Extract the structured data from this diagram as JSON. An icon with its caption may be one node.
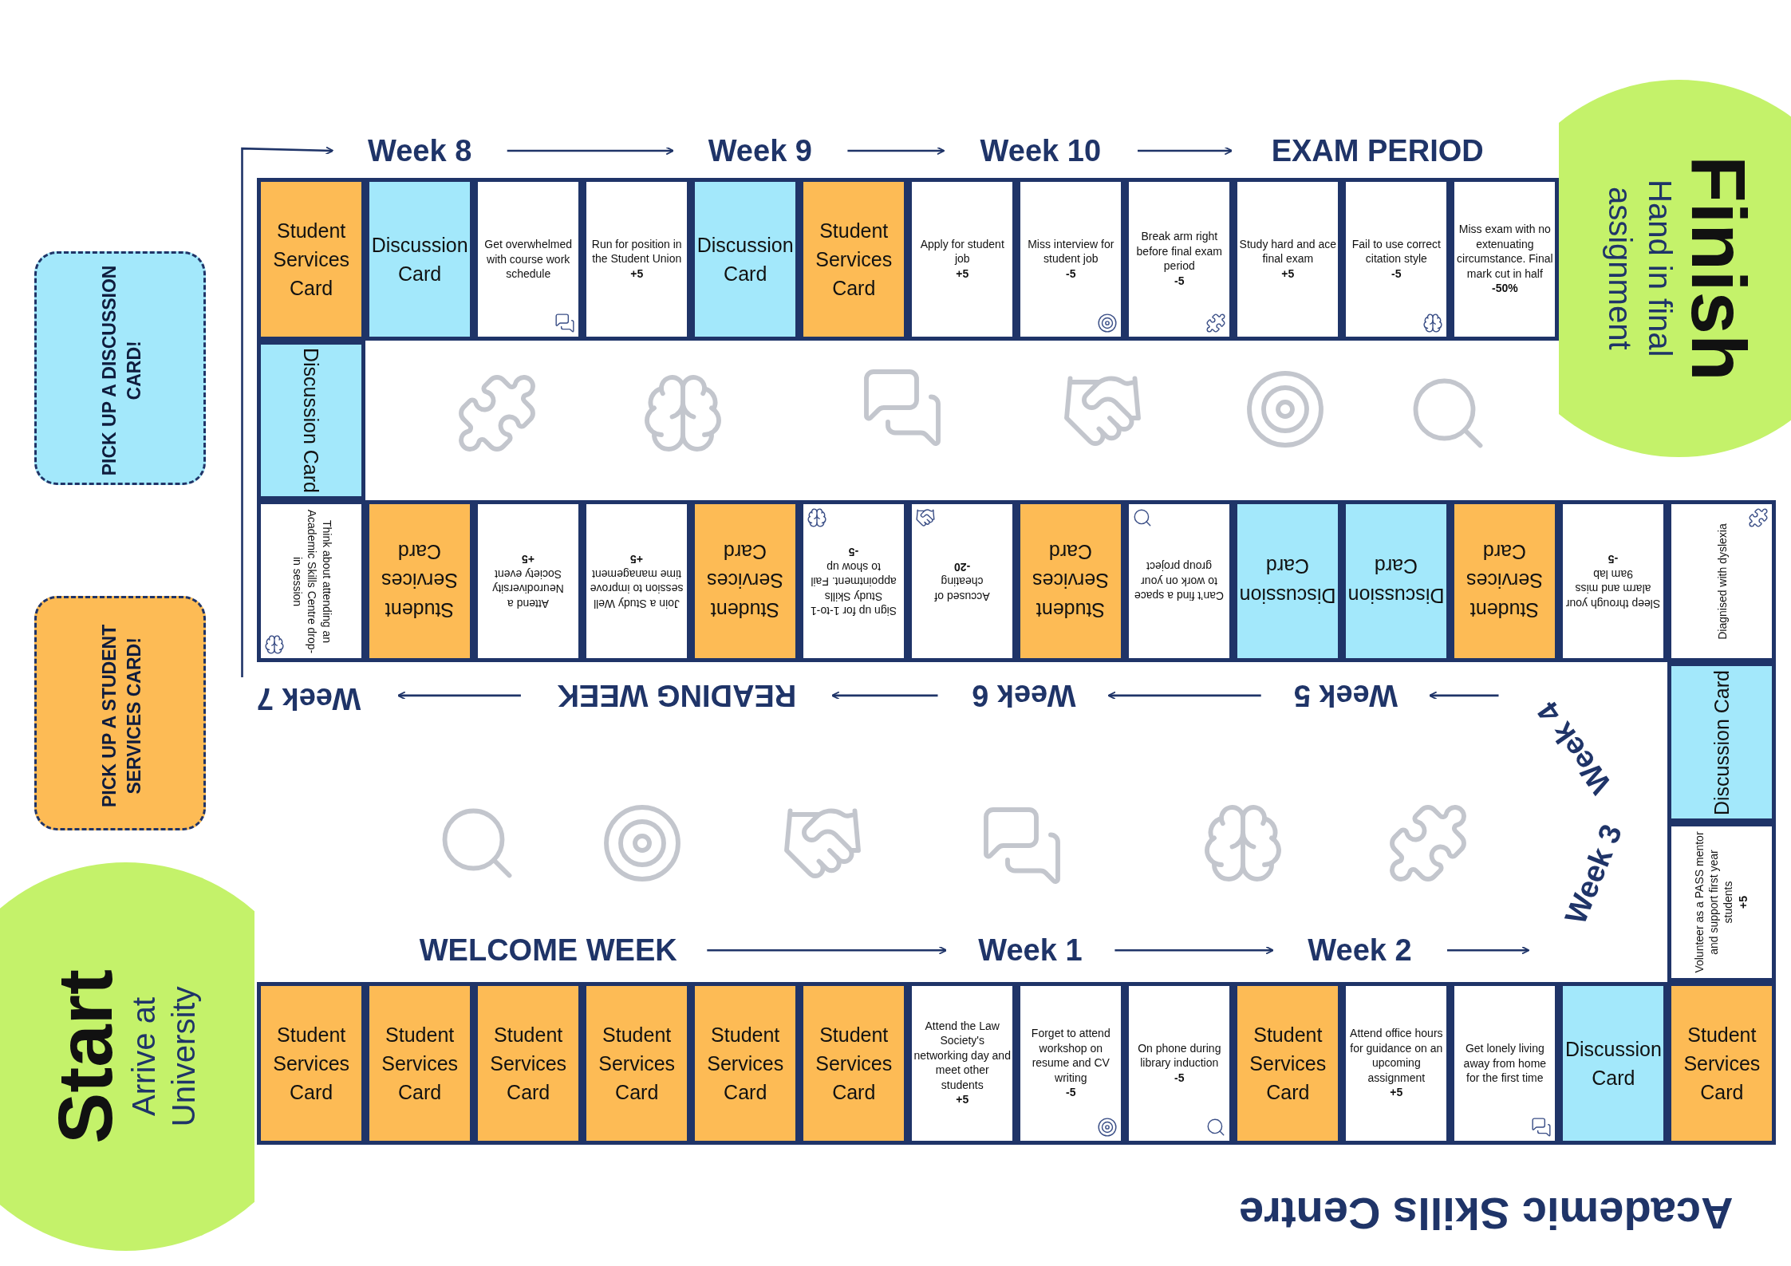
{
  "diagram": {
    "title": "Academic Skills Centre",
    "nodes": [
      {
        "text": [
          "PICK UP A DISCUSSION CARD!"
        ]
      },
      {
        "text": [
          "PICK UP A STUDENT SERVICES CARD!"
        ]
      },
      {
        "text": [
          "Start",
          "Arrive at University"
        ]
      },
      {
        "text": [
          "Finish",
          "Hand in final assignment"
        ]
      },
      {
        "text": [
          "WELCOME WEEK"
        ]
      },
      {
        "text": [
          "Week 1"
        ]
      },
      {
        "text": [
          "Week 2"
        ]
      },
      {
        "text": [
          "Student Services Card"
        ]
      },
      {
        "text": [
          "Student Services Card"
        ]
      },
      {
        "text": [
          "Student Services Card"
        ]
      },
      {
        "text": [
          "Student Services Card"
        ]
      },
      {
        "text": [
          "Student Services Card"
        ]
      },
      {
        "text": [
          "Student Services Card"
        ]
      },
      {
        "text": [
          "Attend the Law Society's networking day and meet other students",
          "+5"
        ]
      },
      {
        "text": [
          "Forget to attend workshop on resume and CV writing",
          "-5"
        ]
      },
      {
        "text": [
          "On phone during library induction",
          "-5"
        ]
      },
      {
        "text": [
          "Student Services Card"
        ]
      },
      {
        "text": [
          "Attend office hours for guidance on an upcoming assignment",
          "+5"
        ]
      },
      {
        "text": [
          "Get lonely living away from home for the first time"
        ]
      },
      {
        "text": [
          "Discussion Card"
        ]
      },
      {
        "text": [
          "Student Services Card"
        ]
      },
      {
        "text": [
          "Volunteer as a PASS mentor and support first year students",
          "+5"
        ]
      },
      {
        "text": [
          "Discussion Card"
        ]
      },
      {
        "text": [
          "Diagnised with dyslexia"
        ]
      },
      {
        "text": [
          "Week 3"
        ]
      },
      {
        "text": [
          "Week 4"
        ]
      },
      {
        "text": [
          "Sleep through your alarm and miss 9am lab",
          "-5"
        ]
      },
      {
        "text": [
          "Student Services Card"
        ]
      },
      {
        "text": [
          "Discussion Card"
        ]
      },
      {
        "text": [
          "Discussion Card"
        ]
      },
      {
        "text": [
          "Can’t find a space to work on your group project"
        ]
      },
      {
        "text": [
          "Student Services Card"
        ]
      },
      {
        "text": [
          "Accused of cheating",
          "-20"
        ]
      },
      {
        "text": [
          "Sign up for 1-to-1 Study Skills appointment. Fail to show up",
          "-5"
        ]
      },
      {
        "text": [
          "Student Services Card"
        ]
      },
      {
        "text": [
          "Join a Study Well session to improve time management",
          "+5"
        ]
      },
      {
        "text": [
          "Attend a Neurodiversity Society event",
          "+5"
        ]
      },
      {
        "text": [
          "Student Services Card"
        ]
      },
      {
        "text": [
          "Think about attending an Academic Skills Centre drop-in session"
        ]
      },
      {
        "text": [
          "Week 5"
        ]
      },
      {
        "text": [
          "Week 6"
        ]
      },
      {
        "text": [
          "READING WEEK"
        ]
      },
      {
        "text": [
          "Week 7"
        ]
      },
      {
        "text": [
          "Discussion Card"
        ]
      },
      {
        "text": [
          "Week 8"
        ]
      },
      {
        "text": [
          "Week 9"
        ]
      },
      {
        "text": [
          "Week 10"
        ]
      },
      {
        "text": [
          "EXAM PERIOD"
        ]
      },
      {
        "text": [
          "Student Services Card"
        ]
      },
      {
        "text": [
          "Discussion Card"
        ]
      },
      {
        "text": [
          "Get overwhelmed with course work schedule"
        ]
      },
      {
        "text": [
          "Run for position in the Student Union",
          "+5"
        ]
      },
      {
        "text": [
          "Discussion Card"
        ]
      },
      {
        "text": [
          "Student Services Card"
        ]
      },
      {
        "text": [
          "Apply for student job",
          "+5"
        ]
      },
      {
        "text": [
          "Miss interview for student job",
          "-5"
        ]
      },
      {
        "text": [
          "Break arm right before final exam period",
          "-5"
        ]
      },
      {
        "text": [
          "Study hard and ace final exam",
          "+5"
        ]
      },
      {
        "text": [
          "Fail to use correct citation style",
          "-5"
        ]
      },
      {
        "text": [
          "Miss exam with no extenuating circumstance. Final mark cut in half",
          "-50%"
        ]
      }
    ],
    "edges": [
      {
        "from": 42,
        "to": 44,
        "arrow": "to"
      },
      {
        "from": 44,
        "to": 45,
        "arrow": "to"
      },
      {
        "from": 45,
        "to": 46,
        "arrow": "to"
      },
      {
        "from": 46,
        "to": 47,
        "arrow": "to"
      },
      {
        "from": 4,
        "to": 5,
        "arrow": "to"
      },
      {
        "from": 5,
        "to": 6,
        "arrow": "to"
      },
      {
        "from": 6,
        "to": 24,
        "arrow": "to"
      },
      {
        "from": 25,
        "to": 39,
        "arrow": "to"
      },
      {
        "from": 39,
        "to": 40,
        "arrow": "to"
      },
      {
        "from": 40,
        "to": 41,
        "arrow": "to"
      },
      {
        "from": 41,
        "to": 42,
        "arrow": "to"
      }
    ]
  }
}
